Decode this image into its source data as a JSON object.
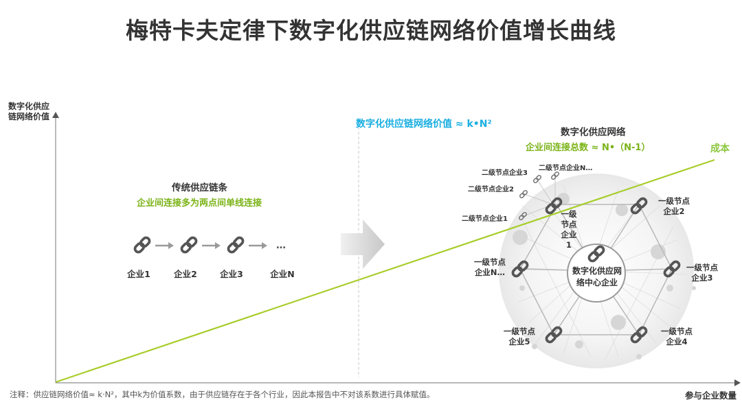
{
  "title": "梅特卡夫定律下数字化供应链网络价值增长曲线",
  "y_axis_label": "数字化供应链网络价值",
  "x_axis_label": "参与企业数量",
  "footnote": "注释：供应链网络价值≈ k·N²，其中k为价值系数，由于供应链存在于各个行业，因此本报告中不对该系数进行具体赋值。",
  "formula": "数字化供应链网络价值 ≈ k•N²",
  "cost_label": "成本",
  "colors": {
    "cost_line": "#a8cd2a",
    "formula": "#1aaee0",
    "green_text": "#7ab317",
    "axis": "#8c8c8c",
    "link_icon": "#555555"
  },
  "traditional": {
    "title": "传统供应链条",
    "subtitle": "企业间连接多为两点间单线连接",
    "nodes": [
      "企业1",
      "企业2",
      "企业3",
      "企业N"
    ],
    "ellipsis": "…",
    "icon": "link-icon"
  },
  "network": {
    "title": "数字化供应网络",
    "subtitle": "企业间连接总数 ≈ N•（N-1）",
    "center": "数字化供应网络中心企业",
    "level1": [
      "一级节点企业1",
      "一级节点企业2",
      "一级节点企业3",
      "一级节点企业4",
      "一级节点企业5",
      "一级节点企业N…"
    ],
    "level2": [
      "二级节点企业1",
      "二级节点企业2",
      "二级节点企业3",
      "二级节点企业N…"
    ]
  }
}
